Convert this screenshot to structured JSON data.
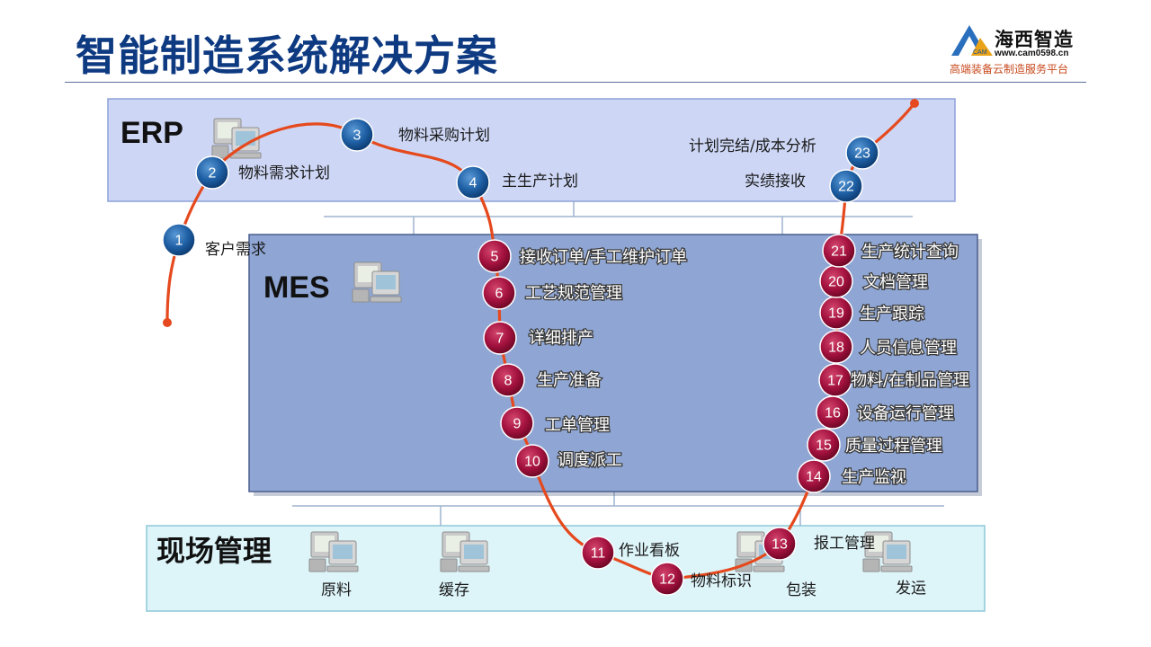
{
  "header": {
    "title": "智能制造系统解决方案",
    "logo": {
      "name": "海西智造",
      "url": "www.cam0598.cn",
      "slogan": "高端装备云制造服务平台",
      "mark_text": "CAM"
    }
  },
  "colors": {
    "title": "#0e3a82",
    "erp_band": "#cdd7f5",
    "mes_band": "#8fa6d4",
    "shop_band": "#ddf4f9",
    "flow_line": "#e5491d",
    "blue_node": "#1e5fa4",
    "red_node": "#a4123f"
  },
  "layers": {
    "erp": "ERP",
    "mes": "MES",
    "shop": "现场管理"
  },
  "steps": [
    {
      "num": "1",
      "label": "客户需求"
    },
    {
      "num": "2",
      "label": "物料需求计划"
    },
    {
      "num": "3",
      "label": "物料采购计划"
    },
    {
      "num": "4",
      "label": "主生产计划"
    },
    {
      "num": "5",
      "label": "接收订单/手工维护订单"
    },
    {
      "num": "6",
      "label": "工艺规范管理"
    },
    {
      "num": "7",
      "label": "详细排产"
    },
    {
      "num": "8",
      "label": "生产准备"
    },
    {
      "num": "9",
      "label": "工单管理"
    },
    {
      "num": "10",
      "label": "调度派工"
    },
    {
      "num": "11",
      "label": "作业看板"
    },
    {
      "num": "12",
      "label": "物料标识"
    },
    {
      "num": "13",
      "label": "报工管理"
    },
    {
      "num": "14",
      "label": "生产监视"
    },
    {
      "num": "15",
      "label": "质量过程管理"
    },
    {
      "num": "16",
      "label": "设备运行管理"
    },
    {
      "num": "17",
      "label": "物料/在制品管理"
    },
    {
      "num": "18",
      "label": "人员信息管理"
    },
    {
      "num": "19",
      "label": "生产跟踪"
    },
    {
      "num": "20",
      "label": "文档管理"
    },
    {
      "num": "21",
      "label": "生产统计查询"
    },
    {
      "num": "22",
      "label": "实绩接收"
    },
    {
      "num": "23",
      "label": "计划完结/成本分析"
    }
  ],
  "stations": [
    "原料",
    "缓存",
    "包装",
    "发运"
  ]
}
